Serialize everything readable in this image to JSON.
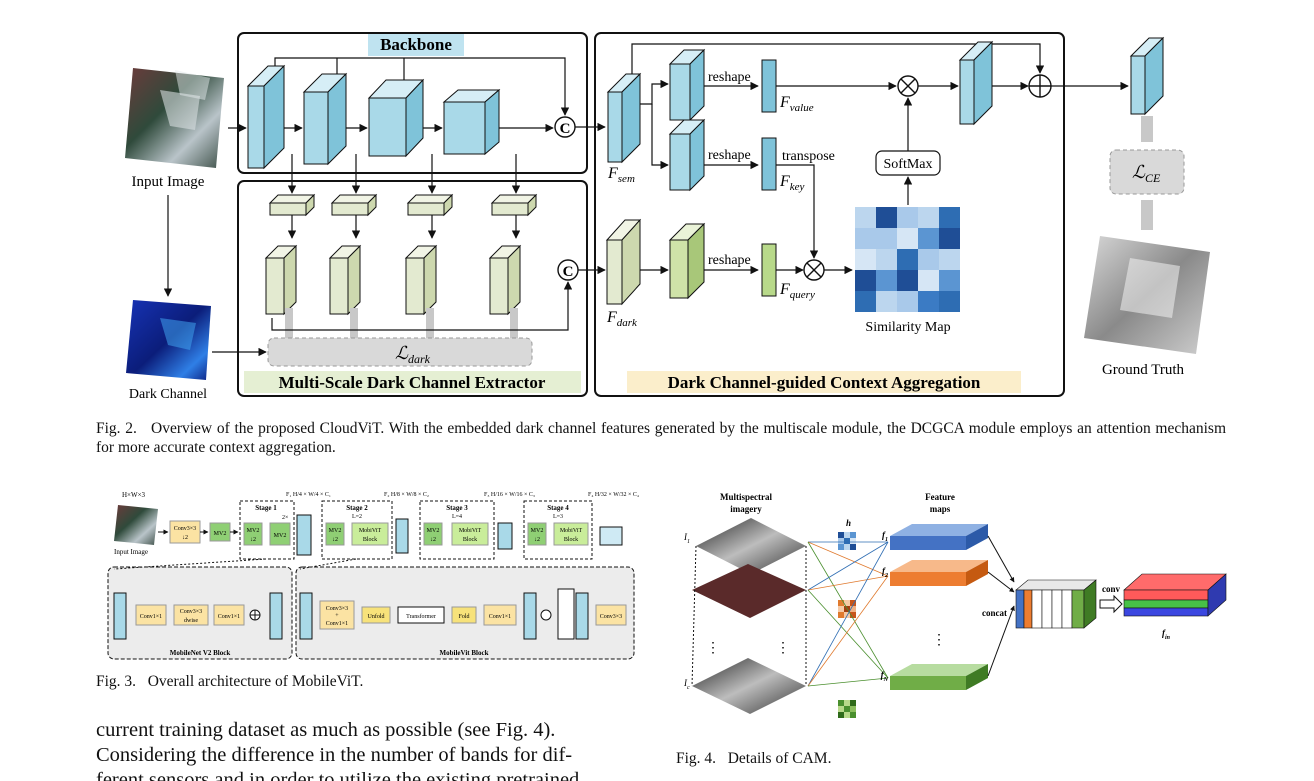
{
  "fig2": {
    "backbone_title": "Backbone",
    "extractor_title": "Multi-Scale Dark Channel Extractor",
    "aggregation_title": "Dark Channel-guided Context Aggregation",
    "input_image": "Input Image",
    "dark_channel": "Dark Channel",
    "ground_truth": "Ground Truth",
    "concat_symbol": "C",
    "loss_dark": "ℒ",
    "loss_dark_sub": "dark",
    "loss_ce": "ℒ",
    "loss_ce_sub": "CE",
    "f_sem": "F",
    "f_sem_sub": "sem",
    "f_dark": "F",
    "f_dark_sub": "dark",
    "f_value": "F",
    "f_value_sub": "value",
    "f_key": "F",
    "f_key_sub": "key",
    "f_query": "F",
    "f_query_sub": "query",
    "reshape": "reshape",
    "transpose": "transpose",
    "softmax": "SoftMax",
    "similarity_map": "Similarity Map",
    "caption_label": "Fig. 2.",
    "caption": "Overview of the proposed CloudViT. With the embedded dark channel features generated by the multiscale module, the DCGCA module employs an attention mechanism for more accurate context aggregation."
  },
  "fig3": {
    "input_dims": "H×W×3",
    "input_label": "Input Image",
    "conv": "Conv3×3",
    "conv_sub": "↓2",
    "mv2": "MV2",
    "mv2_down": "↓2",
    "stage1": "Stage 1",
    "stage2": "Stage 2",
    "stage3": "Stage 3",
    "stage4": "Stage 4",
    "l2": "L=2",
    "l4": "L=4",
    "l3": "L=3",
    "x2": "2×",
    "mobilevit_block_l1": "MobiViT",
    "mobilevit_block_l2": "Block",
    "dims1": "F₁ H/4 × W/4 × C₁",
    "dims2": "F₂ H/8 × W/8 × C₂",
    "dims3": "F₃ H/16 × W/16 × C₃",
    "dims4": "F₄ H/32 × W/32 × C₄",
    "conv1x1": "Conv1×1",
    "conv3x3": "Conv3×3",
    "dwise": "dwise",
    "conv_plus_a": "Conv3×3",
    "conv_plus_b": "+",
    "conv_plus_c": "Conv1×1",
    "unfold": "Unfold",
    "transformer": "Transformer",
    "fold": "Fold",
    "mnv2_block": "MobileNet V2 Block",
    "mvit_block": "MobileVit Block",
    "caption_label": "Fig. 3.",
    "caption": "Overall architecture of MobileViT."
  },
  "fig4": {
    "multispectral_l1": "Multispectral",
    "multispectral_l2": "imagery",
    "feature_l1": "Feature",
    "feature_l2": "maps",
    "i1": "I",
    "i1_sub": "1",
    "ic": "I",
    "ic_sub": "c",
    "h": "h",
    "f1": "f",
    "f1_sub": "1",
    "f2": "f",
    "f2_sub": "2",
    "fn": "f",
    "fn_sub": "N",
    "concat": "concat",
    "conv": "conv",
    "fin": "f",
    "fin_sub": "in",
    "dots": "⋮",
    "caption_label": "Fig. 4.",
    "caption": "Details of CAM."
  },
  "body_text": {
    "line1": "current training dataset as much as possible (see Fig. 4).",
    "line2": "Considering the difference in the number of bands for dif-",
    "line3": "ferent sensors and in order to utilize the existing pretrained"
  },
  "colors": {
    "feature_blue": "#a9d9e8",
    "feature_green": "#e3ead0",
    "accent_green": "#b8d98a",
    "highlight_yellow": "#fbeecb",
    "dark_blue": "#1f4e96"
  }
}
